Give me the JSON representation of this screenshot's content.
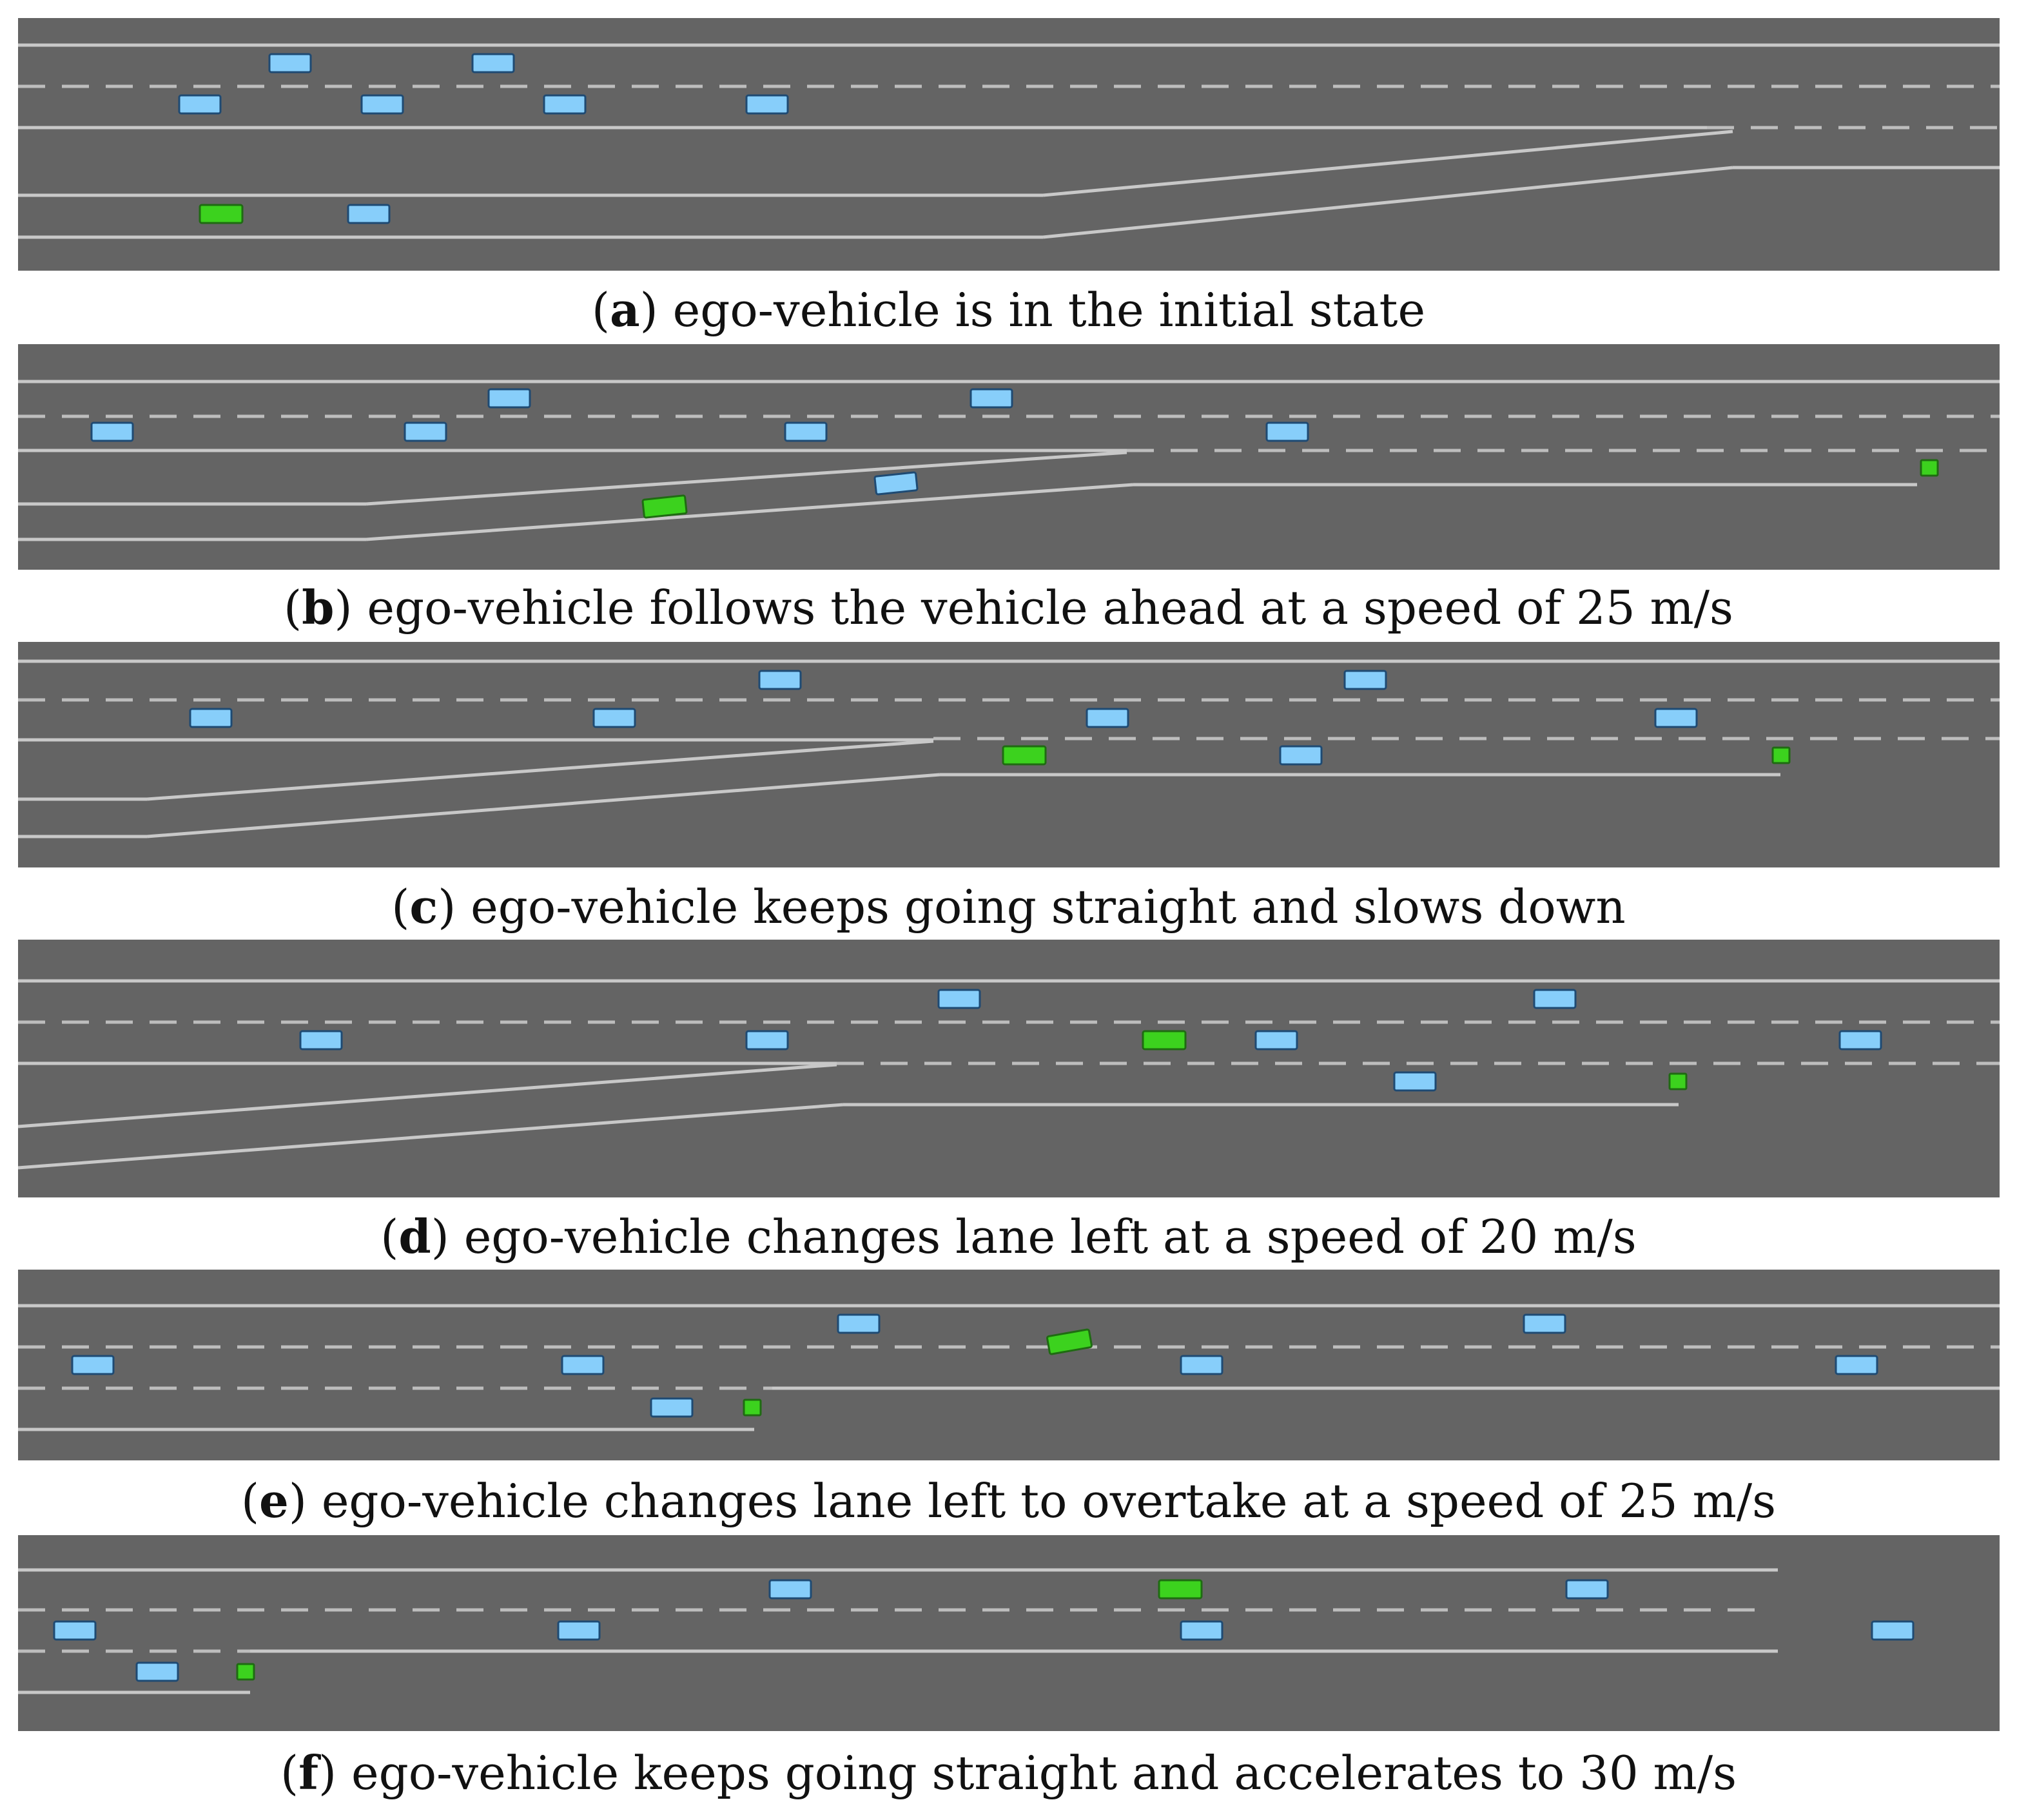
{
  "colors": {
    "road": "#646464",
    "lane_line": "#c8c8c8",
    "dashed_line": "#bdbdbd",
    "other_vehicle": "#87cefa",
    "ego_vehicle": "#3cd21e",
    "vehicle_outline": "#1e4a73",
    "ego_outline": "#1f6b12",
    "caption_text": "#111111"
  },
  "panels": [
    {
      "id": "a",
      "letter": "a",
      "caption": " ego-vehicle is in the initial state"
    },
    {
      "id": "b",
      "letter": "b",
      "caption": " ego-vehicle follows the vehicle ahead at a speed of 25 m/s"
    },
    {
      "id": "c",
      "letter": "c",
      "caption": " ego-vehicle keeps going straight and slows down"
    },
    {
      "id": "d",
      "letter": "d",
      "caption": " ego-vehicle changes lane left at a speed of 20 m/s"
    },
    {
      "id": "e",
      "letter": "e",
      "caption": " ego-vehicle changes lane left to overtake at a speed of 25 m/s"
    },
    {
      "id": "f",
      "letter": "f",
      "caption": " ego-vehicle keeps going straight and accelerates to 30 m/s"
    }
  ]
}
